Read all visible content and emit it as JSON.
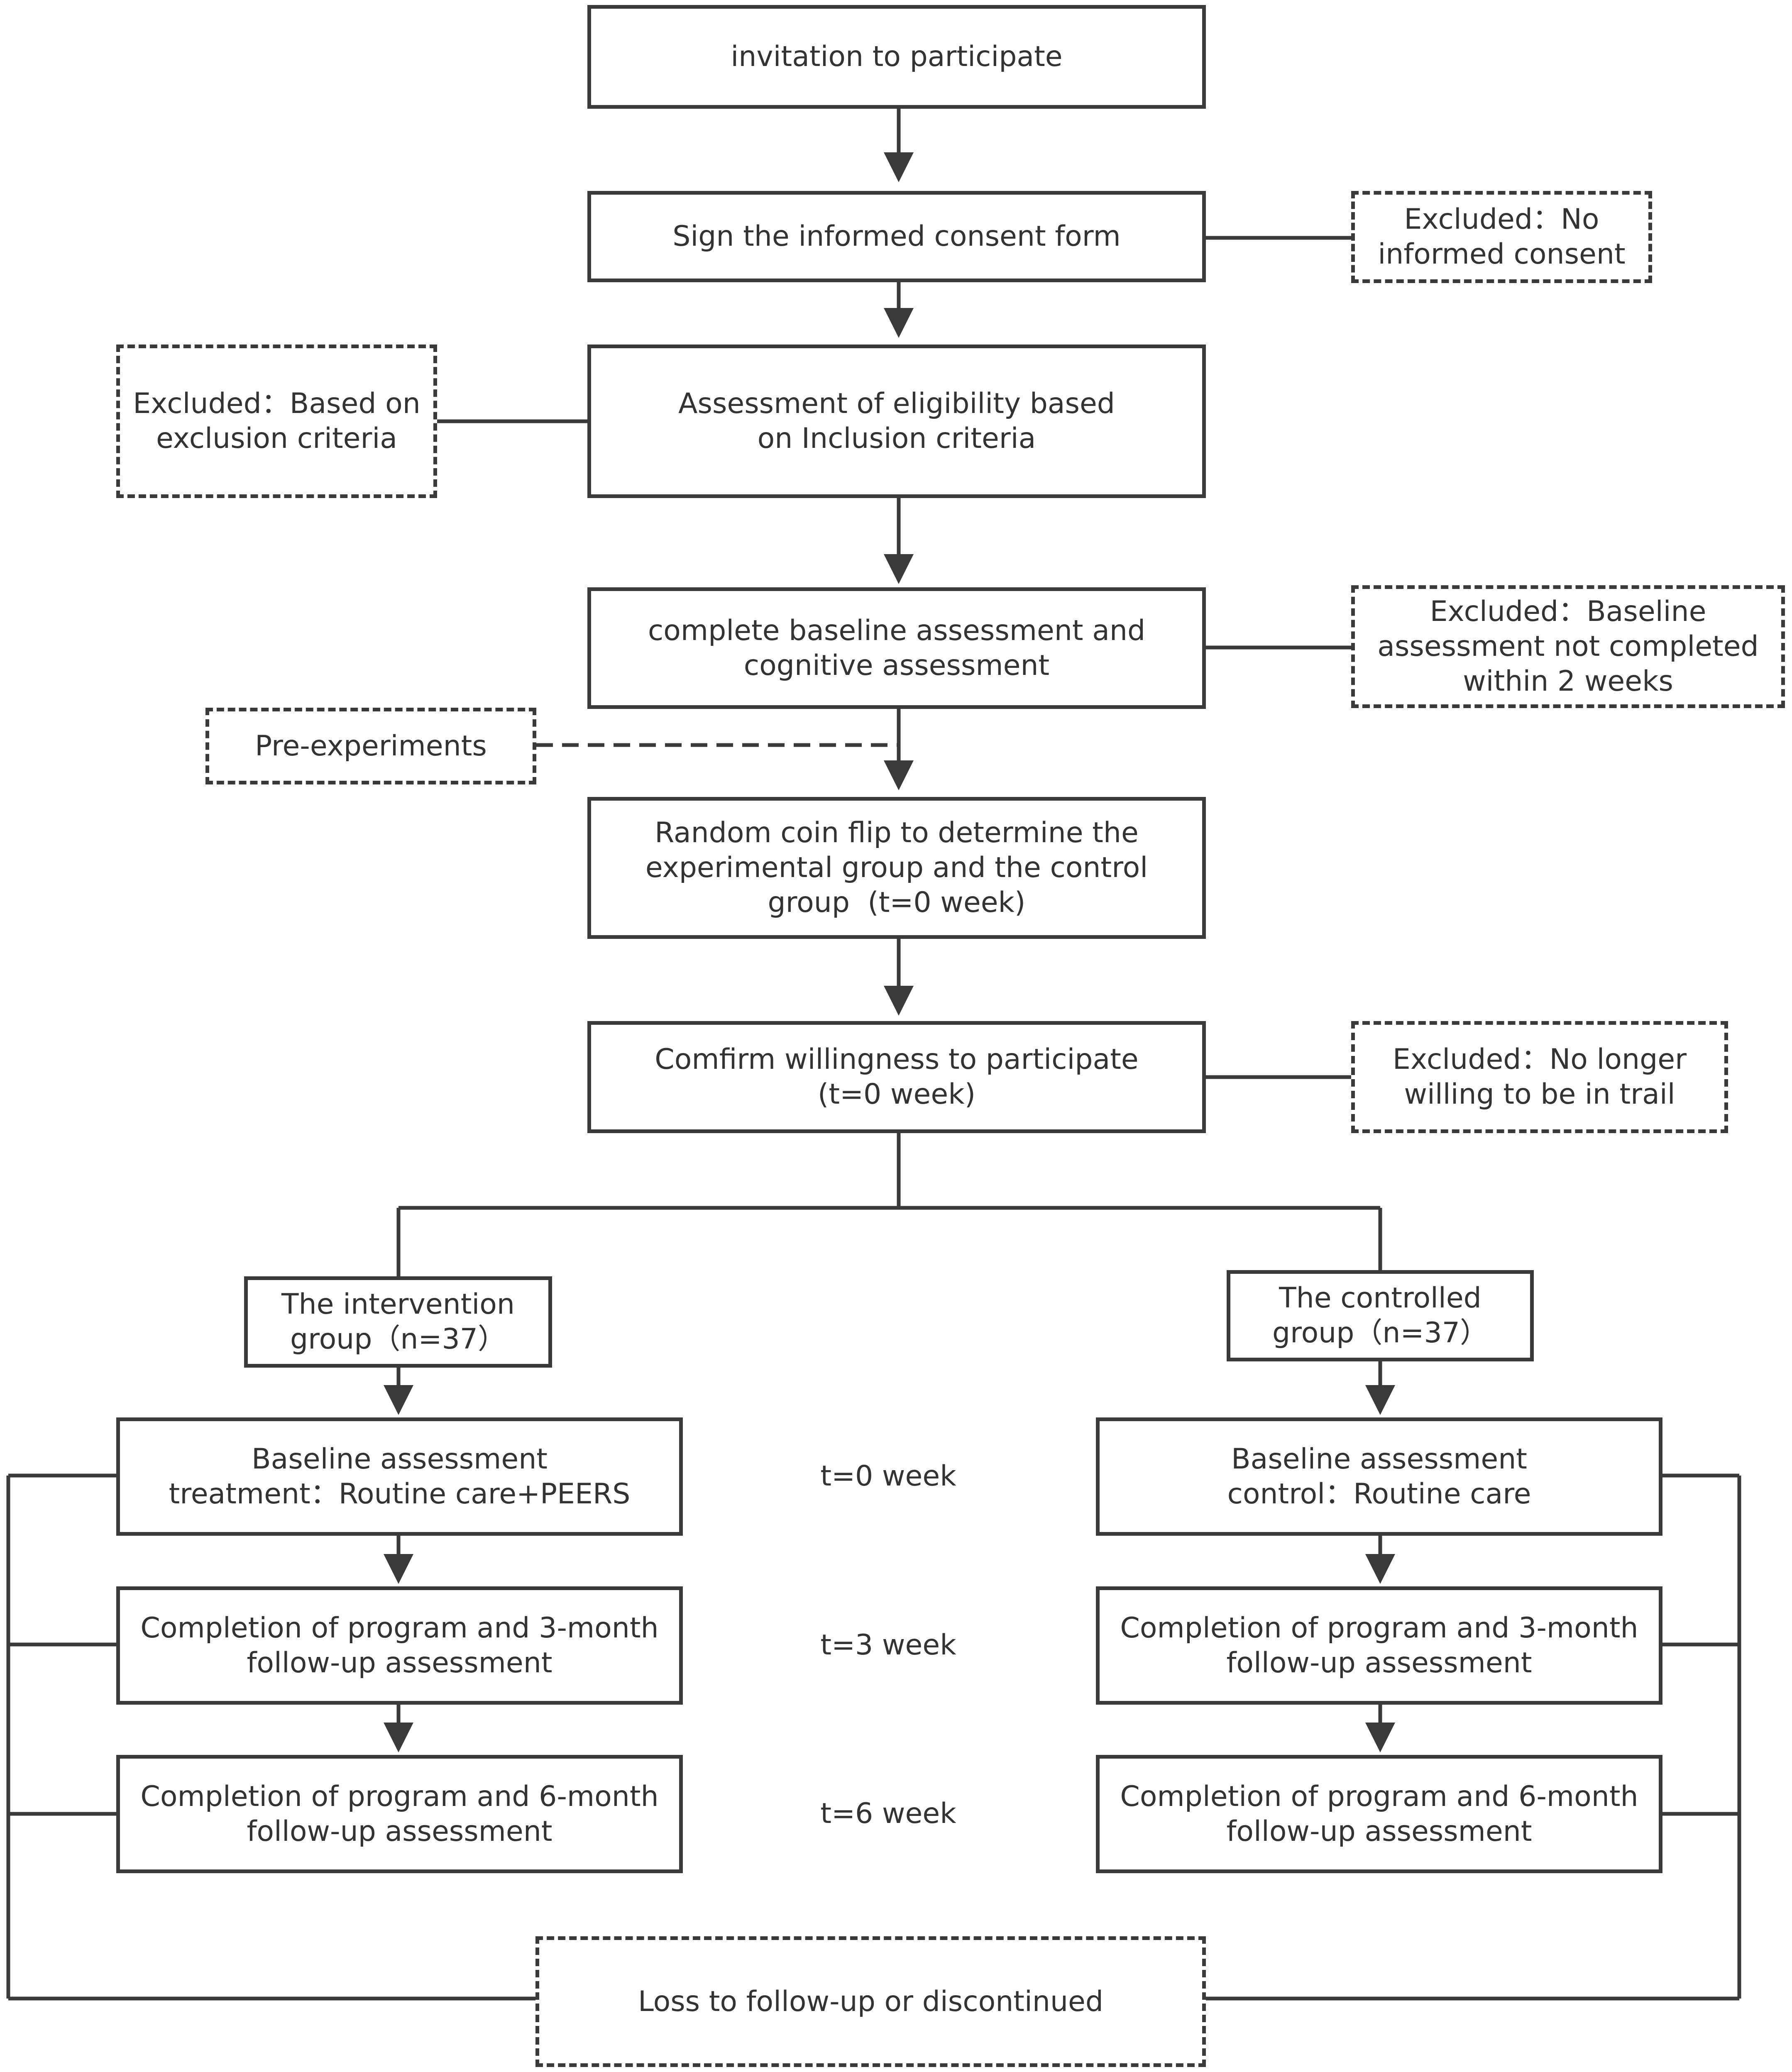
{
  "flow": {
    "invitation": "invitation to participate",
    "consent": "Sign the informed consent form",
    "eligibility": "Assessment of eligibility based\non Inclusion criteria",
    "baseline": "complete baseline assessment and\ncognitive assessment",
    "randomization": "Random coin flip to determine the\nexperimental group and the control\ngroup  (t=0 week)",
    "willingness": "Comfirm willingness to participate\n(t=0 week)",
    "pre_experiments": "Pre-experiments",
    "loss": "Loss to follow-up or discontinued"
  },
  "exclusions": {
    "no_consent": "Excluded：No\ninformed consent",
    "exclusion_criteria": "Excluded：Based on\nexclusion criteria",
    "baseline_incomplete": "Excluded：Baseline\nassessment not completed\nwithin 2 weeks",
    "unwilling": "Excluded：No longer\nwilling to be in trail"
  },
  "intervention": {
    "group": "The intervention\ngroup（n=37）",
    "baseline": "Baseline assessment\ntreatment：Routine care+PEERS",
    "month3": "Completion of program and 3-month\nfollow-up assessment",
    "month6": "Completion of program and 6-month\nfollow-up assessment"
  },
  "control": {
    "group": "The controlled\ngroup（n=37）",
    "baseline": "Baseline assessment\ncontrol：Routine care",
    "month3": "Completion of program and 3-month\nfollow-up assessment",
    "month6": "Completion of program and 6-month\nfollow-up assessment"
  },
  "timepoints": [
    "t=0 week",
    "t=3 week",
    "t=6 week"
  ]
}
